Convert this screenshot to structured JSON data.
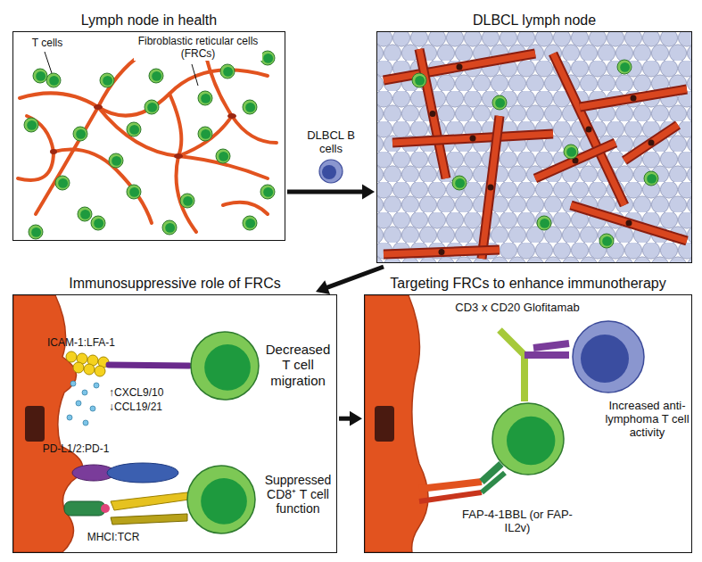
{
  "diagram": {
    "nodes": [
      {
        "text": [
          "Lymph node in health"
        ]
      },
      {
        "text": [
          "DLBCL lymph node"
        ]
      },
      {
        "text": [
          "Immunosuppressive role of FRCs"
        ]
      },
      {
        "text": [
          "Targeting FRCs to enhance immunotherapy"
        ]
      }
    ],
    "edges": [
      {
        "from": 0,
        "to": 1,
        "arrow": "to",
        "label": "DLBCL B cells"
      },
      {
        "from": 1,
        "to": 2,
        "arrow": "to"
      },
      {
        "from": 2,
        "to": 3,
        "arrow": "to"
      }
    ],
    "labels": [
      "T cells",
      "Fibroblastic reticular cells (FRCs)",
      "ICAM-1:LFA-1",
      "↑CXCL9/10",
      "↓CCL19/21",
      "Decreased T cell migration",
      "PD-L1/2:PD-1",
      "MHCI:TCR",
      "Suppressed CD8⁺ T cell function",
      "CD3 x CD20 Glofitamab",
      "Increased anti-lymphoma T cell activity",
      "FAP-4-1BBL (or FAP-IL2v)"
    ]
  }
}
